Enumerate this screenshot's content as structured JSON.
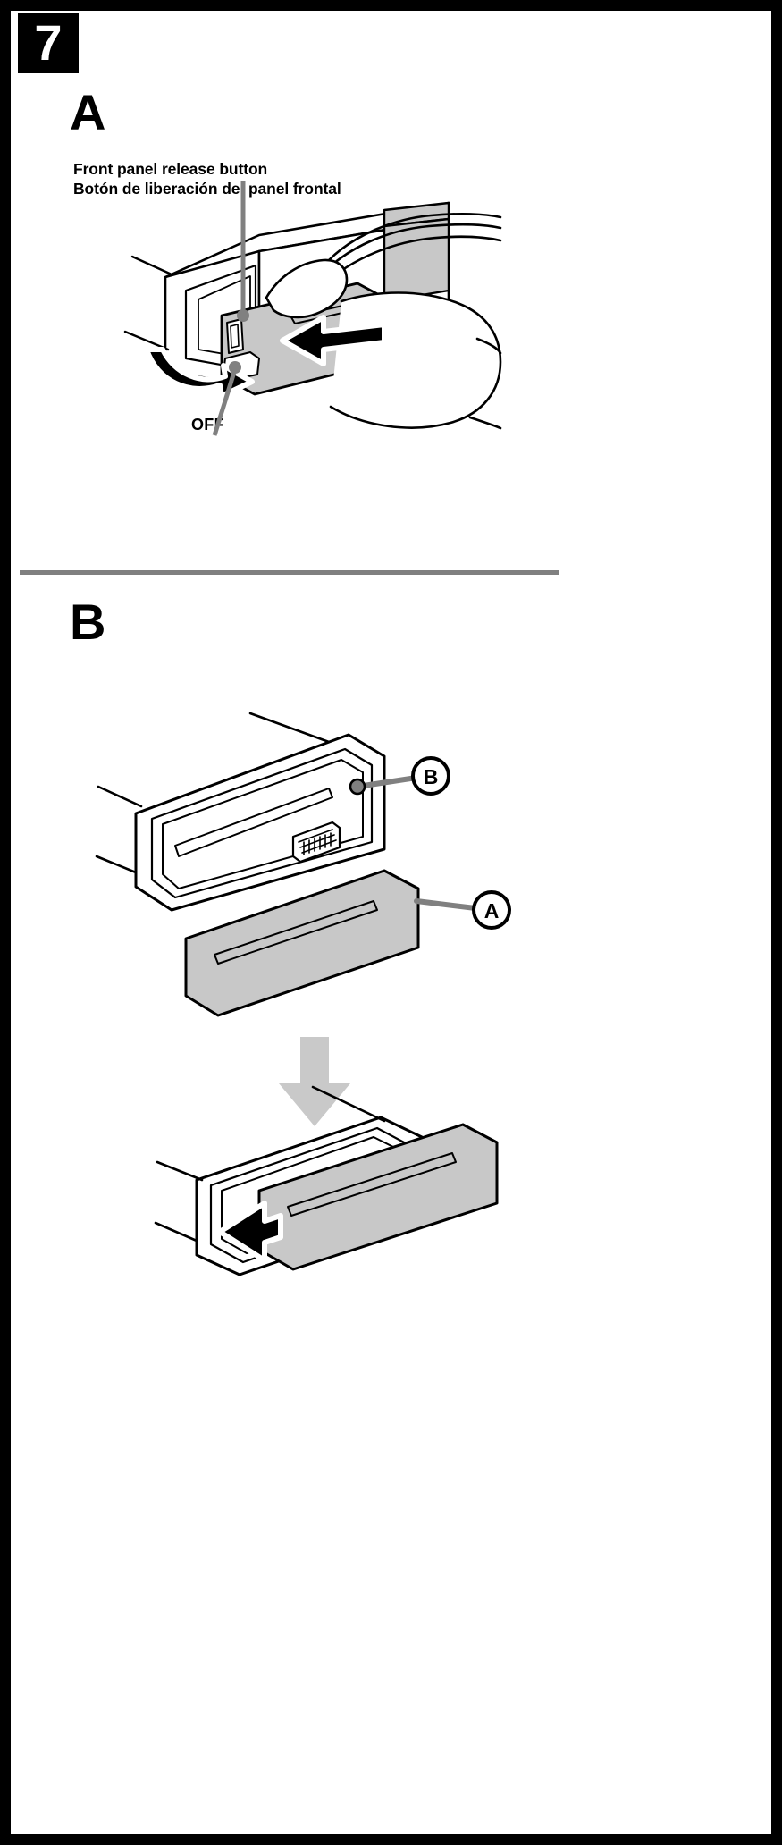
{
  "page": {
    "step_number": "7",
    "background_color": "#ffffff",
    "border_color": "#000000",
    "divider_color": "#808080"
  },
  "sections": [
    {
      "id": "A",
      "letter": "A",
      "callouts": [
        {
          "name": "front-panel-release-button",
          "text_en": "Front panel release button",
          "text_es": "Botón de liberación del panel frontal",
          "text": "Front panel release button\nBotón de liberación del panel frontal"
        },
        {
          "name": "off-switch",
          "text": "OFF"
        }
      ],
      "illustration": {
        "description": "hand-pressing-front-panel-release-button",
        "arrows": [
          "rotate-arrow",
          "press-arrow"
        ]
      }
    },
    {
      "id": "B",
      "letter": "B",
      "markers": [
        {
          "name": "marker-b",
          "label": "B"
        },
        {
          "name": "marker-a",
          "label": "A"
        }
      ],
      "illustration": {
        "description": "front-panel-attachment-to-chassis",
        "arrows": [
          "down-arrow",
          "insert-arrow"
        ]
      }
    }
  ],
  "colors": {
    "ink": "#000000",
    "panel_fill": "#c8c8c8",
    "leader_line": "#808080",
    "arrow_gray": "#c9c9c9",
    "white": "#ffffff"
  }
}
